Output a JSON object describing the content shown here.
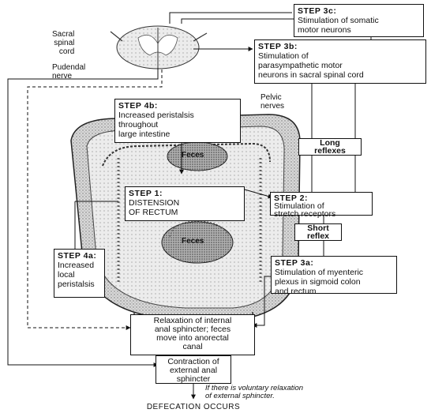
{
  "labels": {
    "sacral_spinal_cord": "Sacral\nspinal\ncord",
    "pudendal_nerve": "Pudendal\nnerve",
    "pelvic_nerves": "Pelvic\nnerves",
    "feces_upper": "Feces",
    "feces_lower": "Feces",
    "voluntary_note": "If there is voluntary relaxation\nof external sphincter.",
    "defecation": "DEFECATION OCCURS"
  },
  "steps": {
    "step3c": {
      "title": "STEP 3c:",
      "body": "Stimulation of somatic\nmotor neurons"
    },
    "step3b": {
      "title": "STEP 3b:",
      "body": "Stimulation of\nparasympathetic motor\nneurons in sacral spinal cord"
    },
    "step4b": {
      "title": "STEP 4b:",
      "body": "Increased peristalsis\nthroughout\nlarge intestine"
    },
    "step1": {
      "title": "STEP 1:",
      "body": "DISTENSION\nOF RECTUM"
    },
    "step2": {
      "title": "STEP 2:",
      "body": "Stimulation of\nstretch receptors"
    },
    "step3a": {
      "title": "STEP 3a:",
      "body": "Stimulation of myenteric\nplexus in sigmoid colon\nand rectum"
    },
    "step4a": {
      "title": "STEP 4a:",
      "body": "Increased\nlocal\nperistalsis"
    }
  },
  "reflexes": {
    "long": "Long\nreflexes",
    "short": "Short\nreflex"
  },
  "outcomes": {
    "relaxation": "Relaxation of internal\nanal sphincter; feces\nmove into anorectal\ncanal",
    "contraction": "Contraction of\nexternal anal\nsphincter"
  }
}
